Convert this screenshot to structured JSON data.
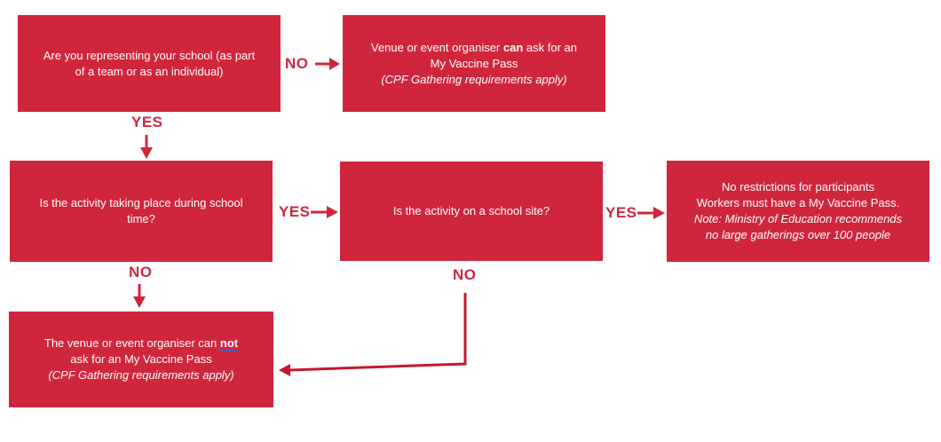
{
  "colors": {
    "box": "#D0263D",
    "text": "#ffffff",
    "label": "#D0263D"
  },
  "q1": {
    "line1": "Are you representing your school (as part",
    "line2": "of a team or as an individual)"
  },
  "r1": {
    "pre": "Venue or event organiser ",
    "bold": "can",
    "post": " ask for an",
    "line2": "My Vaccine Pass",
    "line3": "(CPF Gathering requirements apply)"
  },
  "q2": {
    "line1": "Is the activity taking place during school",
    "line2": "time?"
  },
  "q3": {
    "line1": "Is the activity on a school site?"
  },
  "r2": {
    "line1": "No restrictions for participants",
    "line2": "Workers must have a My Vaccine Pass.",
    "line3": "Note: Ministry of Education recommends",
    "line4": "no large gatherings over 100 people"
  },
  "r3": {
    "pre": "The venue or event organiser can ",
    "bold": "not",
    "line2": "ask for an My Vaccine Pass",
    "line3": "(CPF Gathering requirements apply)"
  },
  "labels": {
    "no1": "NO",
    "yes1": "YES",
    "yes2": "YES",
    "yes3": "YES",
    "no2": "NO",
    "no3": "NO"
  }
}
